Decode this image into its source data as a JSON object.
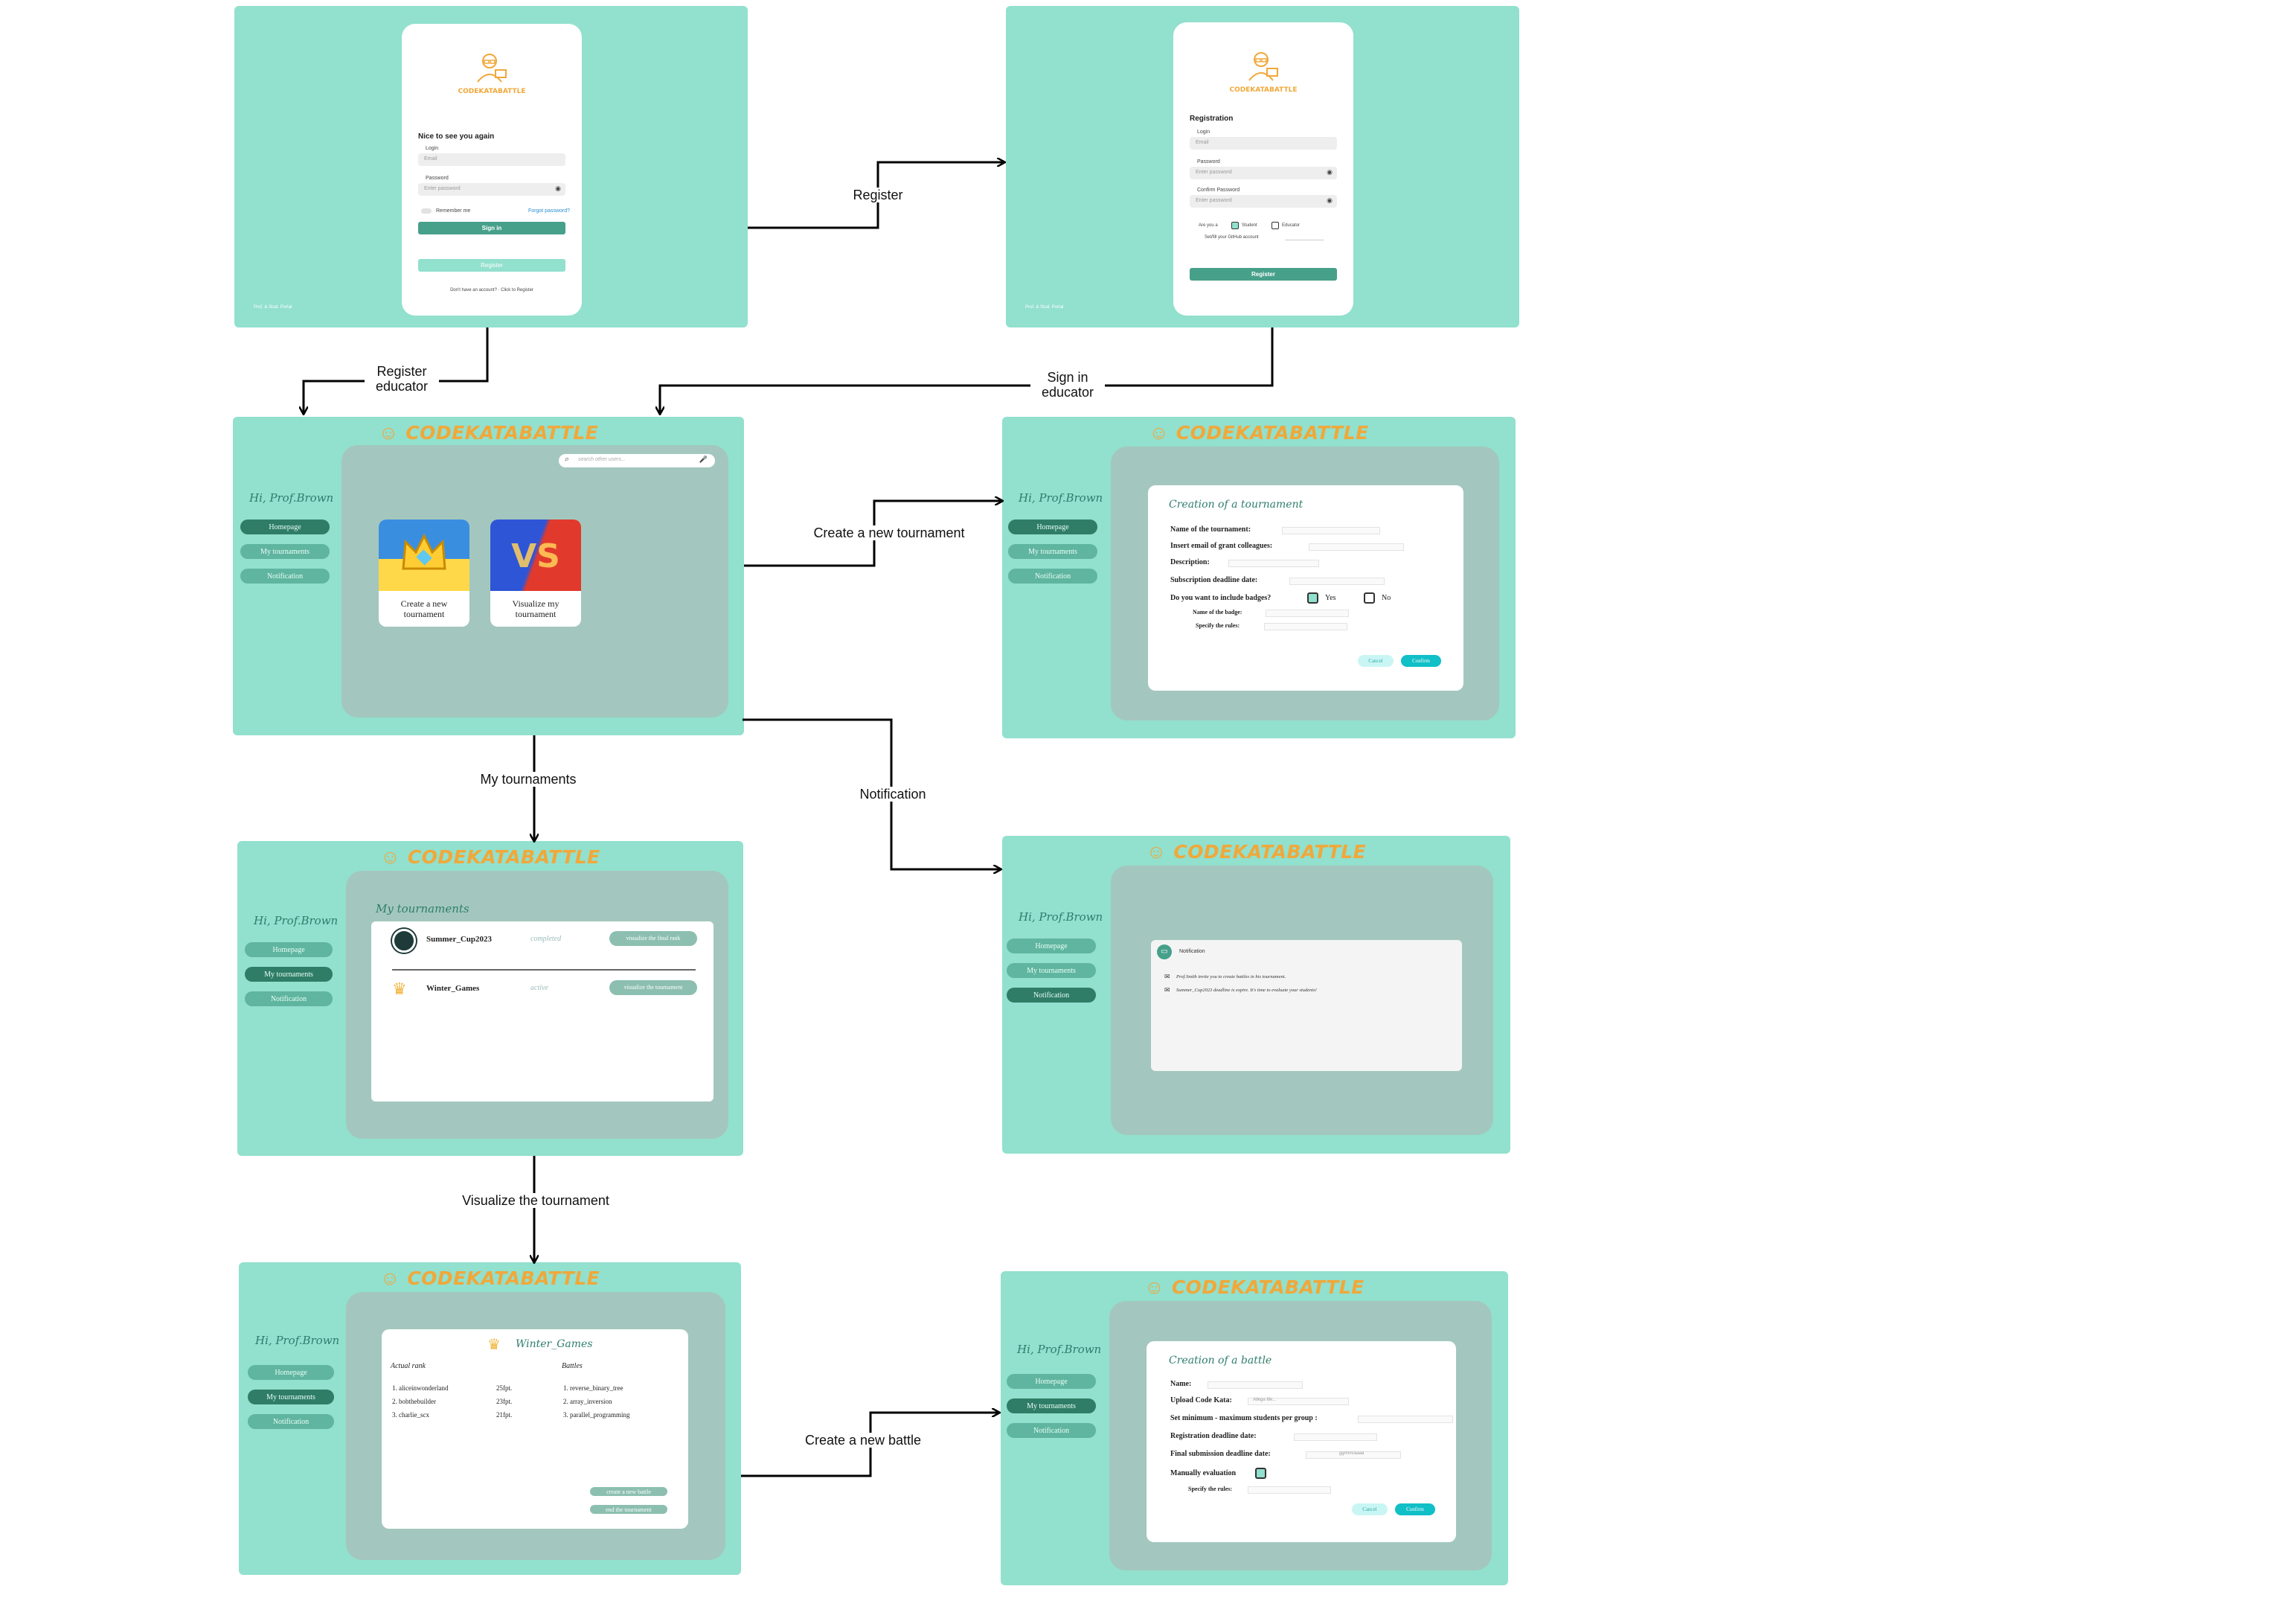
{
  "brand": {
    "name": "CODEKATABATTLE",
    "color": "#f0a83a"
  },
  "colors": {
    "screen_bg": "#92e0ce",
    "panel_bg": "#a3c7be",
    "button": "#46a08a",
    "active": "#2f7d66"
  },
  "login": {
    "title": "Nice to see you again",
    "login_label": "Login",
    "login_placeholder": "Email",
    "password_label": "Password",
    "password_placeholder": "Enter password",
    "remember": "Remember me",
    "forgot": "Forgot password?",
    "sign_in": "Sign in",
    "register": "Register",
    "footer": "Don't have an account? · Click to Register",
    "corner": "Prof. & Stud. Portal"
  },
  "registration": {
    "title": "Registration",
    "login_label": "Login",
    "login_placeholder": "Email",
    "password_label": "Password",
    "password_placeholder": "Enter password",
    "confirm_label": "Confirm Password",
    "confirm_placeholder": "Enter password",
    "you_are": "Are you a",
    "student": "Student",
    "educator": "Educator",
    "github": "Set/fill your GitHub account",
    "register": "Register",
    "corner": "Prof. & Stud. Portal"
  },
  "edges": {
    "register": "Register",
    "register_educator": "Register\neducator",
    "sign_in_educator": "Sign in\neducator",
    "create_tournament": "Create a new tournament",
    "my_tournaments": "My tournaments",
    "notification": "Notification",
    "visualize_tournament": "Visualize the tournament",
    "create_battle": "Create a new battle"
  },
  "sidebar": {
    "greeting": "Hi, Prof.Brown",
    "homepage": "Homepage",
    "my_tournaments": "My tournaments",
    "notification": "Notification"
  },
  "home": {
    "search_placeholder": "search other users...",
    "card_create": "Create a new tournament",
    "card_visualize": "Visualize my tournament"
  },
  "create_tournament": {
    "title": "Creation of a tournament",
    "name": "Name of the tournament:",
    "colleagues": "Insert email of grant colleagues:",
    "description": "Description:",
    "deadline": "Subscription deadline date:",
    "badges": "Do you want to include badges?",
    "yes": "Yes",
    "no": "No",
    "badge_name": "Name of the badge:",
    "badge_rules": "Specify the rules:",
    "cancel": "Cancel",
    "confirm": "Confirm"
  },
  "my_tournaments_page": {
    "title": "My tournaments",
    "rows": [
      {
        "name": "Summer_Cup2023",
        "status": "completed",
        "action": "visualize the final rank"
      },
      {
        "name": "Winter_Games",
        "status": "active",
        "action": "visualize the tournament"
      }
    ]
  },
  "notifications": {
    "title": "Notification",
    "items": [
      "Prof.Smith invite you to create battles in his tournament.",
      "Summer_Cup2023 deadline is expire. It's time to evaluate your students!"
    ]
  },
  "tournament_view": {
    "name": "Winter_Games",
    "rank_heading": "Actual rank",
    "battles_heading": "Battles",
    "rank": [
      {
        "user": "1. aliceinwonderland",
        "score": "25fpt."
      },
      {
        "user": "2. bobthebuilder",
        "score": "23fpt."
      },
      {
        "user": "3. charlie_scx",
        "score": "21fpt."
      }
    ],
    "battles": [
      "1. reverse_binary_tree",
      "2. array_inversion",
      "3. parallel_programming"
    ],
    "create_battle": "create a new battle",
    "end_tournament": "end the tournament"
  },
  "create_battle": {
    "title": "Creation of a battle",
    "name": "Name:",
    "upload": "Upload Code Kata:",
    "upload_placeholder": "Allega file...",
    "group": "Set minimum - maximum students per group :",
    "reg_deadline": "Registration deadline date:",
    "final_deadline": "Final submission deadline date:",
    "final_placeholder": "gg/mm/aaaa",
    "manual": "Manually evaluation",
    "rules": "Specify the rules:",
    "cancel": "Cancel",
    "confirm": "Confirm"
  }
}
